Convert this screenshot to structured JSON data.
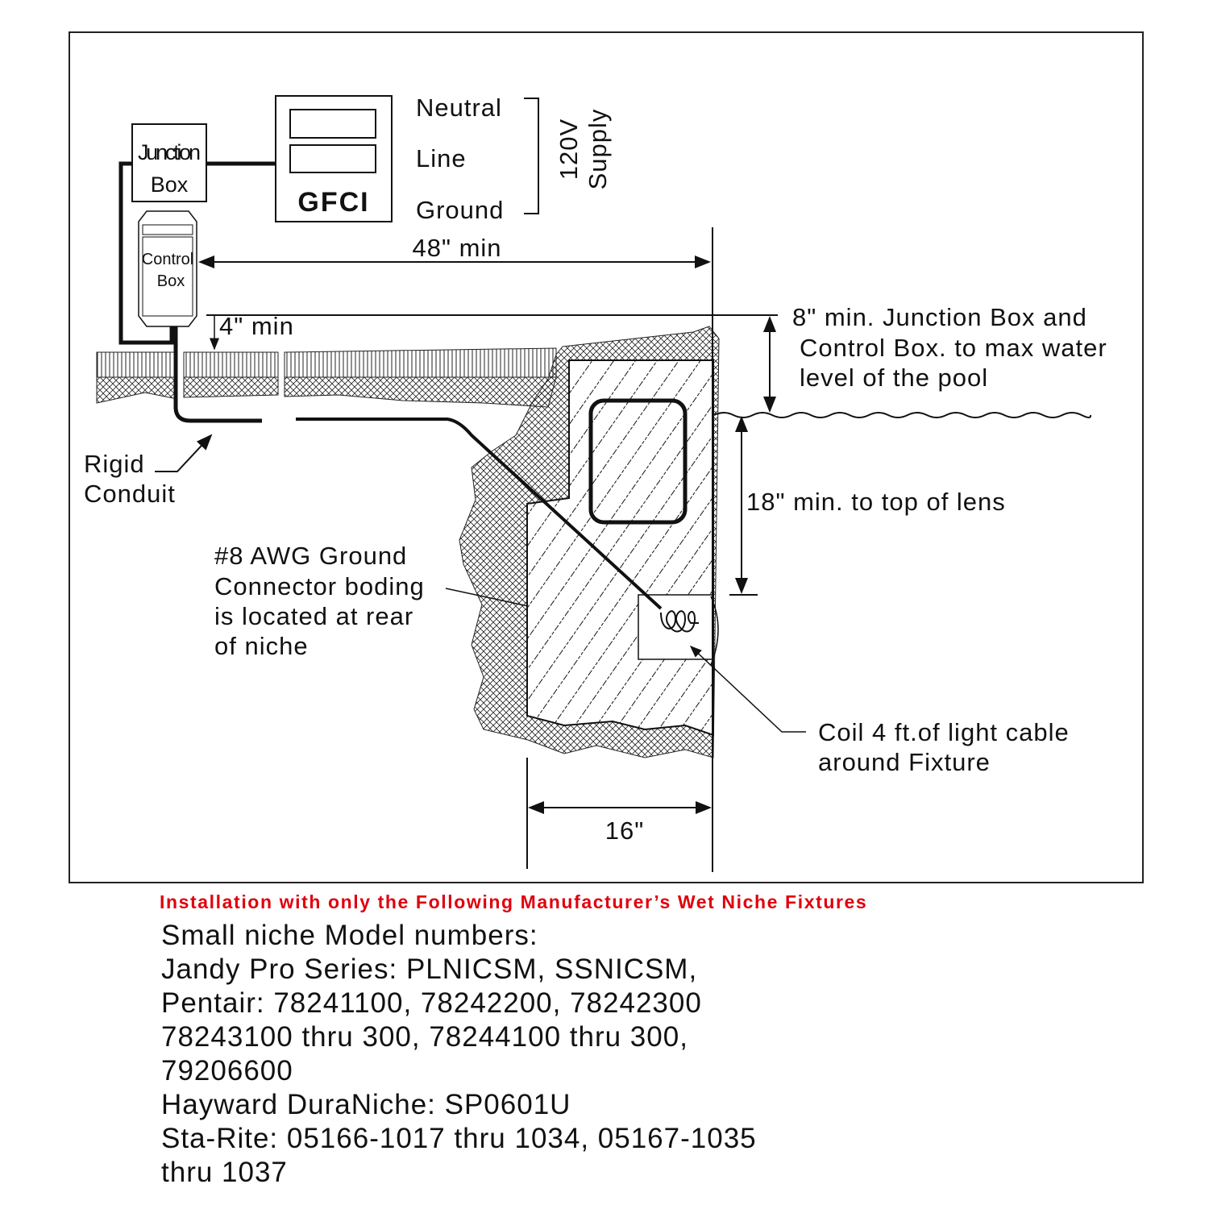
{
  "diagram": {
    "junction_box": [
      "Junction",
      "Box"
    ],
    "control_box": [
      "Control",
      "Box"
    ],
    "gfci": "GFCI",
    "supply_wires": [
      "Neutral",
      "Line",
      "Ground"
    ],
    "supply_label": [
      "120V",
      "Supply"
    ],
    "dim_48": "48\" min",
    "dim_4": "4\" min",
    "dim_8": [
      "8\" min. Junction Box and",
      "Control Box. to max water",
      "level of the pool"
    ],
    "dim_18": "18\" min. to top of lens",
    "dim_16": "16\"",
    "rigid_conduit": [
      "Rigid",
      "Conduit"
    ],
    "ground_note": [
      "#8 AWG Ground",
      "Connector boding",
      "is located at rear",
      "of niche"
    ],
    "coil_note": [
      "Coil 4 ft.of light cable",
      "around Fixture"
    ]
  },
  "footer": {
    "heading": "Installation with only the Following Manufacturer’s Wet Niche Fixtures",
    "heading_color": "#e0000c",
    "lines": [
      "Small niche Model numbers:",
      "Jandy Pro Series: PLNICSM, SSNICSM,",
      "Pentair: 78241100, 78242200, 78242300",
      "78243100 thru 300, 78244100 thru 300,",
      "79206600",
      "Hayward DuraNiche: SP0601U",
      "Sta-Rite: 05166-1017 thru 1034, 05167-1035",
      "thru 1037"
    ]
  }
}
